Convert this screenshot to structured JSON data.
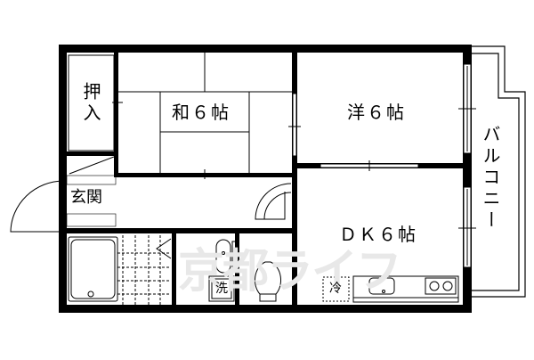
{
  "floor_plan": {
    "rooms": {
      "washitsu": {
        "label": "和６帖"
      },
      "youshitsu": {
        "label": "洋６帖"
      },
      "dk": {
        "label": "ＤＫ６帖"
      },
      "oshiire": {
        "label": "押入"
      },
      "genkan": {
        "label": "玄関"
      },
      "balcony": {
        "label": "バルコニー"
      }
    },
    "fixtures": {
      "washer": {
        "label": "洗"
      },
      "fridge": {
        "label": "冷"
      }
    },
    "watermark": {
      "text": "京都ライフ",
      "color": "#e8e8e8"
    },
    "colors": {
      "wall": "#000000",
      "background": "#ffffff"
    }
  }
}
